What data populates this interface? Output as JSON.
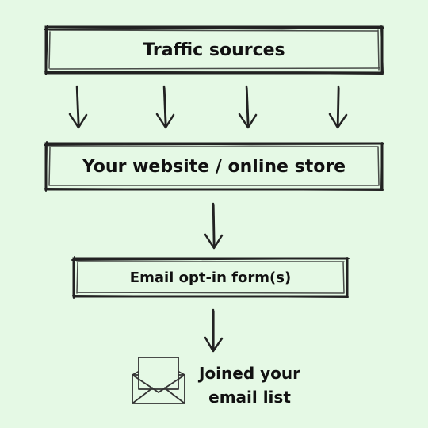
{
  "flow": {
    "step1": "Traffic sources",
    "step2": "Your website / online store",
    "step3": "Email opt-in form(s)",
    "result_line1": "Joined your",
    "result_line2": "email list"
  },
  "icons": {
    "result": "envelope-icon",
    "arrow": "arrow-down-icon"
  },
  "colors": {
    "background": "#e5f9e5",
    "ink": "#222222"
  }
}
